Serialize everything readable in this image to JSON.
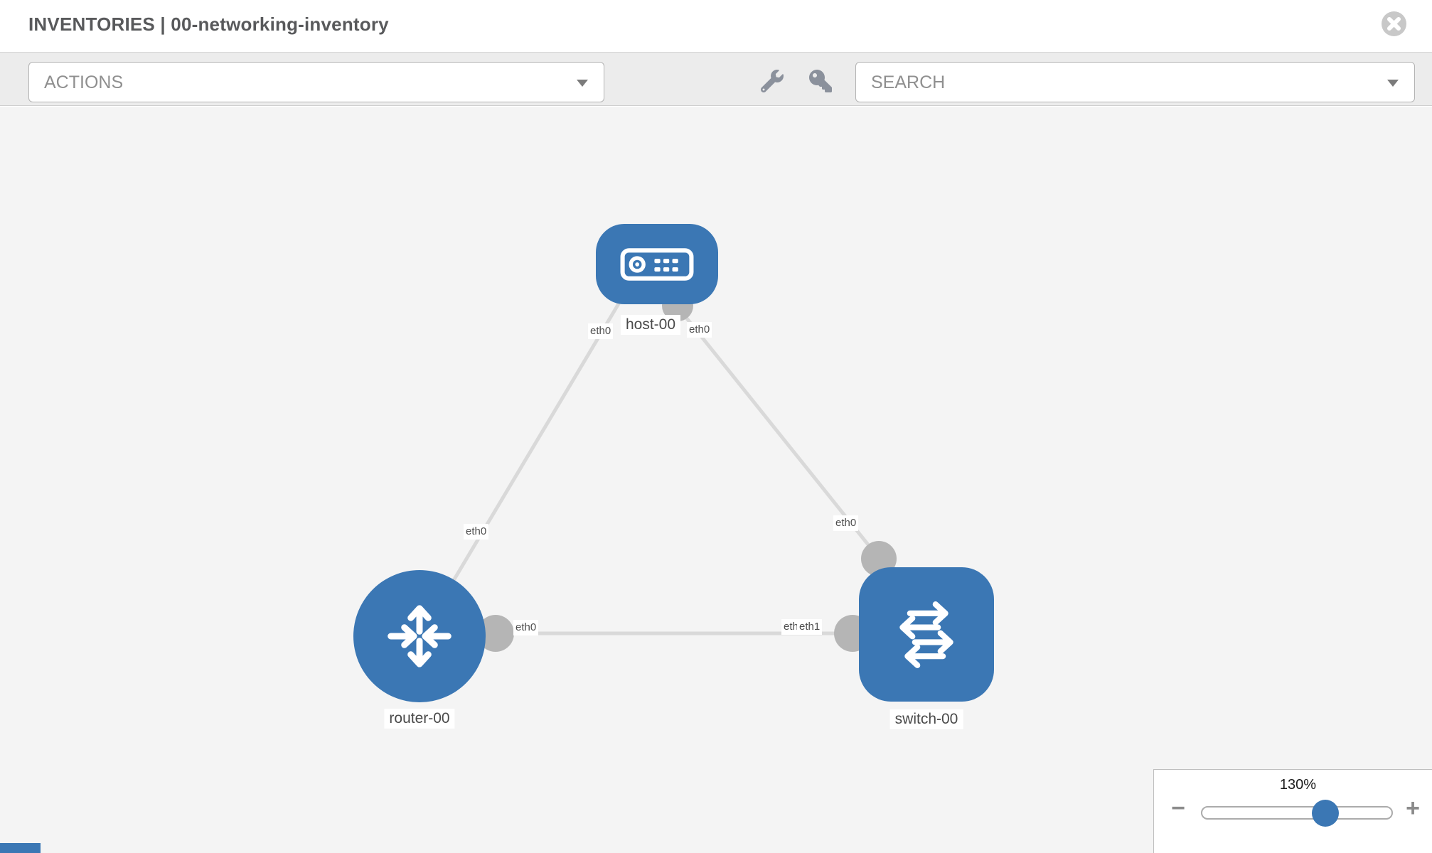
{
  "colors": {
    "node_blue": "#3b77b4",
    "link_gray": "#d9d9d9",
    "endpoint_gray": "#b5b5b5",
    "toolbar_bg": "#ececec",
    "canvas_bg": "#f4f4f4"
  },
  "header": {
    "title": "INVENTORIES | 00-networking-inventory",
    "close_icon": "circle-x"
  },
  "toolbar": {
    "actions_label": "ACTIONS",
    "search_label": "SEARCH",
    "wrench_icon": "wrench",
    "key_icon": "key"
  },
  "topology": {
    "nodes": [
      {
        "label": "host-00",
        "type": "host"
      },
      {
        "label": "router-00",
        "type": "router"
      },
      {
        "label": "switch-00",
        "type": "switch"
      }
    ],
    "links": [
      {
        "from": "host-00",
        "to": "router-00"
      },
      {
        "from": "host-00",
        "to": "switch-00"
      },
      {
        "from": "router-00",
        "to": "switch-00"
      }
    ],
    "interface_labels": [
      {
        "text": "eth0"
      },
      {
        "text": "eth0"
      },
      {
        "text": "eth0"
      },
      {
        "text": "eth0"
      },
      {
        "text": "eth0"
      },
      {
        "text": "eth0"
      },
      {
        "text": "eth1"
      }
    ]
  },
  "zoom_control": {
    "value": "130%",
    "minus_label": "−",
    "plus_label": "+"
  }
}
